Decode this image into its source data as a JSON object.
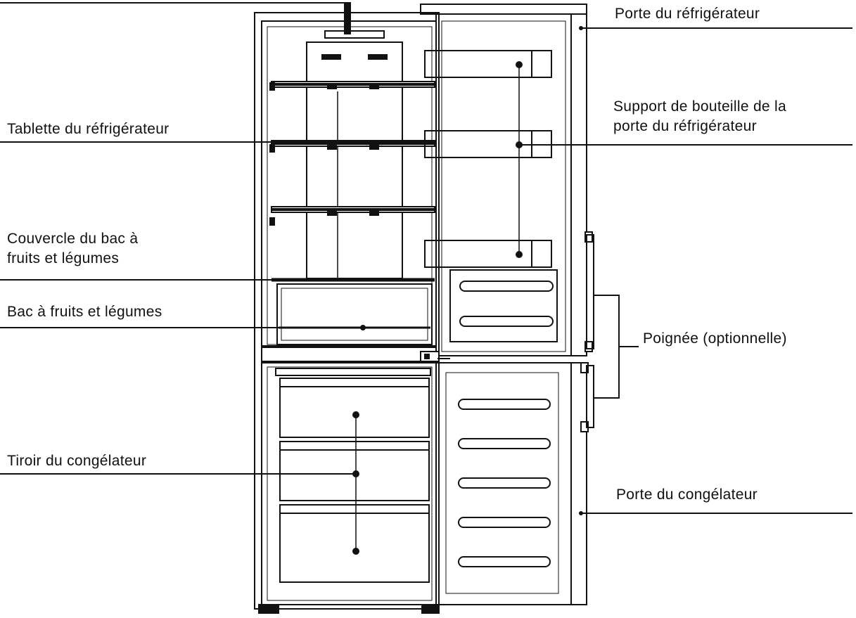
{
  "diagram": {
    "subject": "fridge-freezer-open-doors",
    "colors": {
      "line": "#111111",
      "background": "#ffffff"
    },
    "labels": {
      "fridge_door": "Porte du réfrigérateur",
      "bottle_rack": [
        "Support de bouteille de la",
        "porte du réfrigérateur"
      ],
      "fridge_shelf": "Tablette du réfrigérateur",
      "crisper_cover": [
        "Couvercle du bac à",
        "fruits et légumes"
      ],
      "crisper": "Bac à fruits et légumes",
      "handle": "Poignée (optionnelle)",
      "freezer_drawer": "Tiroir du congélateur",
      "freezer_door": "Porte du congélateur"
    }
  }
}
